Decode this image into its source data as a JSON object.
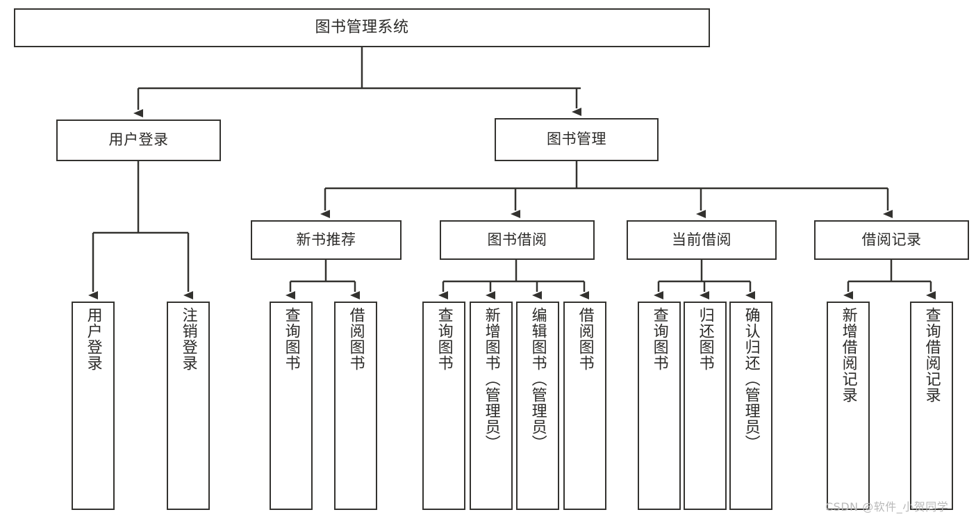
{
  "diagram": {
    "type": "tree",
    "title": "图书管理系统",
    "watermark": "CSDN @软件_小贺同学",
    "colors": {
      "stroke": "#33322f",
      "text": "#2b2a28",
      "background": "#ffffff",
      "watermark": "#b9b9b9"
    },
    "nodes": {
      "root": {
        "label": "图书管理系统"
      },
      "level2": [
        {
          "id": "user-login",
          "label": "用户登录"
        },
        {
          "id": "book-management",
          "label": "图书管理"
        }
      ],
      "level3": [
        {
          "id": "new-book-recommend",
          "label": "新书推荐"
        },
        {
          "id": "book-borrow",
          "label": "图书借阅"
        },
        {
          "id": "current-borrow",
          "label": "当前借阅"
        },
        {
          "id": "borrow-record",
          "label": "借阅记录"
        }
      ],
      "leaves": {
        "user-login": [
          {
            "id": "leaf-user-login",
            "label": "用户登录"
          },
          {
            "id": "leaf-user-logout",
            "label": "注销登录"
          }
        ],
        "new-book-recommend": [
          {
            "id": "leaf-query-book-1",
            "label": "查询图书"
          },
          {
            "id": "leaf-borrow-book-1",
            "label": "借阅图书"
          }
        ],
        "book-borrow": [
          {
            "id": "leaf-query-book-2",
            "label": "查询图书"
          },
          {
            "id": "leaf-add-book",
            "label": "新增图书（管理员）"
          },
          {
            "id": "leaf-edit-book",
            "label": "编辑图书（管理员）"
          },
          {
            "id": "leaf-borrow-book-2",
            "label": "借阅图书"
          }
        ],
        "current-borrow": [
          {
            "id": "leaf-query-book-3",
            "label": "查询图书"
          },
          {
            "id": "leaf-return-book",
            "label": "归还图书"
          },
          {
            "id": "leaf-confirm-return",
            "label": "确认归还（管理员）"
          }
        ],
        "borrow-record": [
          {
            "id": "leaf-add-record",
            "label": "新增借阅记录"
          },
          {
            "id": "leaf-query-record",
            "label": "查询借阅记录"
          }
        ]
      }
    }
  }
}
